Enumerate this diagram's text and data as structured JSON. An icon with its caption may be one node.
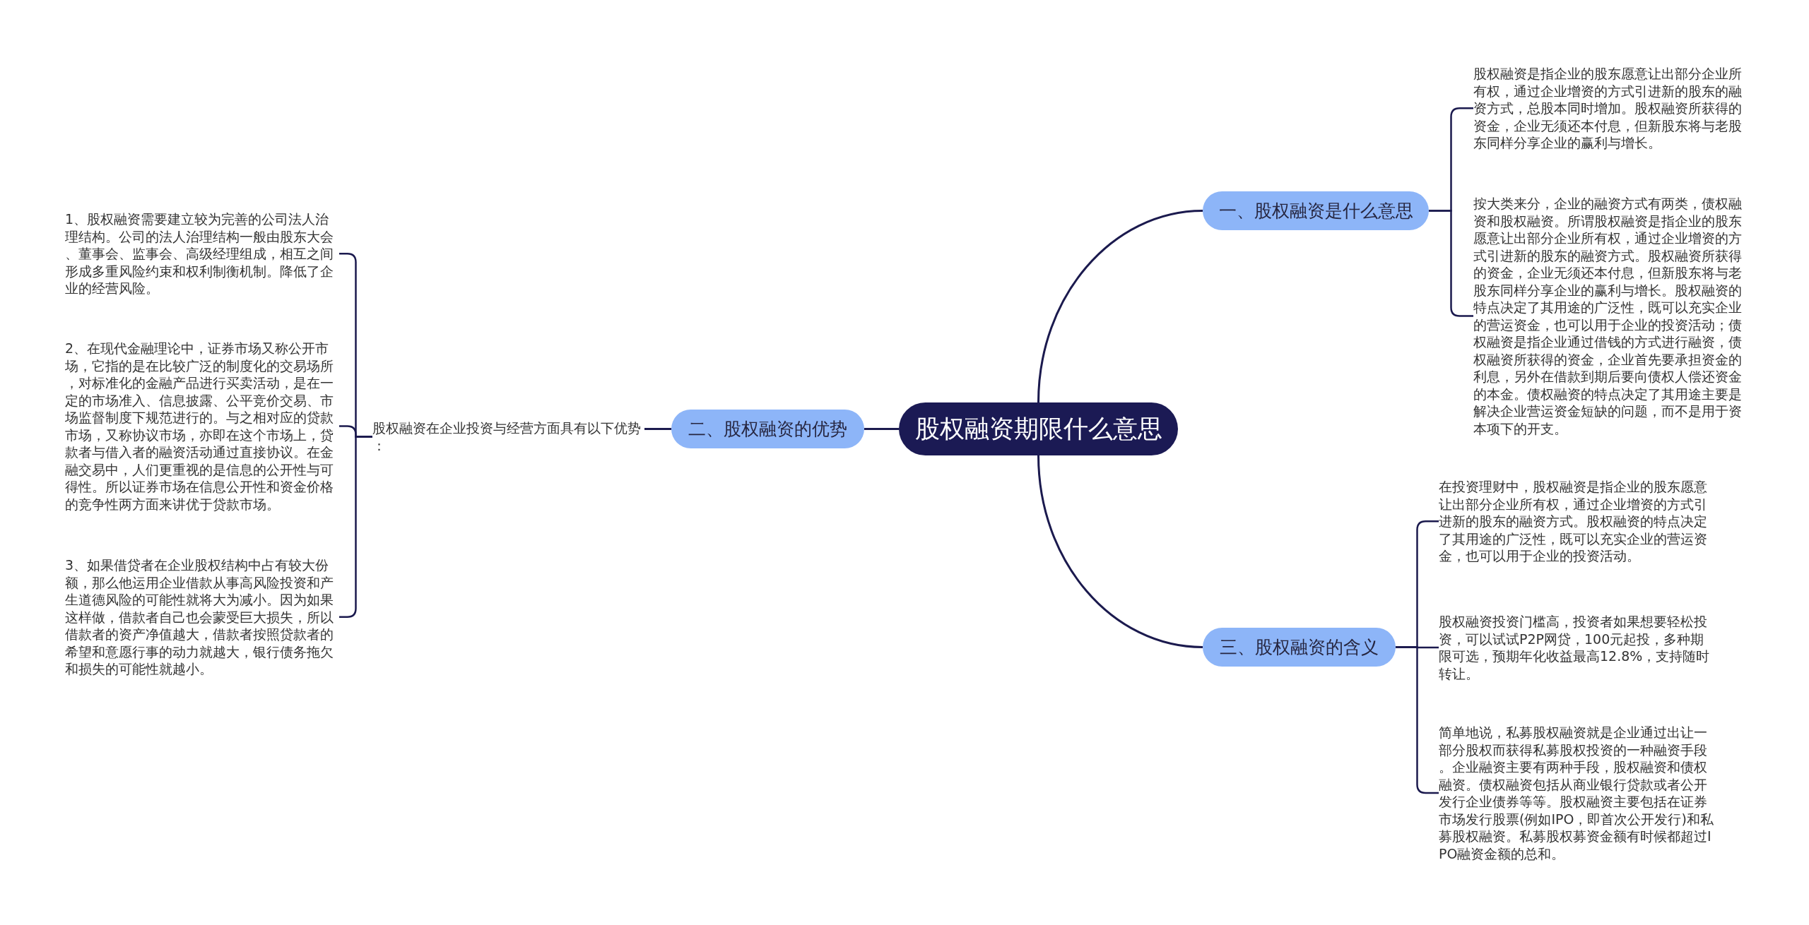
{
  "diagram": {
    "nodes": [
      {
        "text": [
          "股权融资期限什么意思"
        ]
      },
      {
        "text": [
          "一、股权融资是什么意思"
        ]
      },
      {
        "text": [
          "股权融资是指企业的股东愿意让出部分企业所有权，通过企业增资的方式引进新的股东的融资方式，总股本同时增加。股权融资所获得的资金，企业无须还本付息，但新股东将与老股东同样分享企业的赢利与增长。"
        ]
      },
      {
        "text": [
          "按大类来分，企业的融资方式有两类，债权融资和股权融资。所谓股权融资是指企业的股东愿意让出部分企业所有权，通过企业增资的方式引进新的股东的融资方式。股权融资所获得的资金，企业无须还本付息，但新股东将与老股东同样分享企业的赢利与增长。股权融资的特点决定了其用途的广泛性，既可以充实企业的营运资金，也可以用于企业的投资活动；债权融资是指企业通过借钱的方式进行融资，债权融资所获得的资金，企业首先要承担资金的利息，另外在借款到期后要向债权人偿还资金的本金。债权融资的特点决定了其用途主要是解决企业营运资金短缺的问题，而不是用于资本项下的开支。"
        ]
      },
      {
        "text": [
          "二、股权融资的优势"
        ]
      },
      {
        "text": [
          "股权融资在企业投资与经营方面具有以下优势："
        ]
      },
      {
        "text": [
          "1、股权融资需要建立较为完善的公司法人治理结构。公司的法人治理结构一般由股东大会、董事会、监事会、高级经理组成，相互之间形成多重风险约束和权利制衡机制。降低了企业的经营风险。"
        ]
      },
      {
        "text": [
          "2、在现代金融理论中，证券市场又称公开市场，它指的是在比较广泛的制度化的交易场所，对标准化的金融产品进行买卖活动，是在一定的市场准入、信息披露、公平竞价交易、市场监督制度下规范进行的。与之相对应的贷款市场，又称协议市场，亦即在这个市场上，贷款者与借入者的融资活动通过直接协议。在金融交易中，人们更重视的是信息的公开性与可得性。所以证券市场在信息公开性和资金价格的竞争性两方面来讲优于贷款市场。"
        ]
      },
      {
        "text": [
          "3、如果借贷者在企业股权结构中占有较大份额，那么他运用企业借款从事高风险投资和产生道德风险的可能性就将大为减小。因为如果这样做，借款者自己也会蒙受巨大损失，所以借款者的资产净值越大，借款者按照贷款者的希望和意愿行事的动力就越大，银行债务拖欠和损失的可能性就越小。"
        ]
      },
      {
        "text": [
          "三、股权融资的含义"
        ]
      },
      {
        "text": [
          "在投资理财中，股权融资是指企业的股东愿意让出部分企业所有权，通过企业增资的方式引进新的股东的融资方式。股权融资的特点决定了其用途的广泛性，既可以充实企业的营运资金，也可以用于企业的投资活动。"
        ]
      },
      {
        "text": [
          "股权融资投资门槛高，投资者如果想要轻松投资，可以试试P2P网贷，100元起投，多种期限可选，预期年化收益最高12.8%，支持随时转让。"
        ]
      },
      {
        "text": [
          "简单地说，私募股权融资就是企业通过出让一部分股权而获得私募股权投资的一种融资手段。企业融资主要有两种手段，股权融资和债权融资。债权融资包括从商业银行贷款或者公开发行企业债券等等。股权融资主要包括在证券市场发行股票(例如IPO，即首次公开发行)和私募股权融资。私募股权募资金额有时候都超过IPO融资金额的总和。"
        ]
      }
    ],
    "edges": [
      {
        "from": 0,
        "to": 1,
        "arrow": "none"
      },
      {
        "from": 1,
        "to": 2,
        "arrow": "none"
      },
      {
        "from": 1,
        "to": 3,
        "arrow": "none"
      },
      {
        "from": 0,
        "to": 4,
        "arrow": "none"
      },
      {
        "from": 4,
        "to": 5,
        "arrow": "none"
      },
      {
        "from": 5,
        "to": 6,
        "arrow": "none"
      },
      {
        "from": 5,
        "to": 7,
        "arrow": "none"
      },
      {
        "from": 5,
        "to": 8,
        "arrow": "none"
      },
      {
        "from": 0,
        "to": 9,
        "arrow": "none"
      },
      {
        "from": 9,
        "to": 10,
        "arrow": "none"
      },
      {
        "from": 9,
        "to": 11,
        "arrow": "none"
      },
      {
        "from": 9,
        "to": 12,
        "arrow": "none"
      }
    ]
  }
}
